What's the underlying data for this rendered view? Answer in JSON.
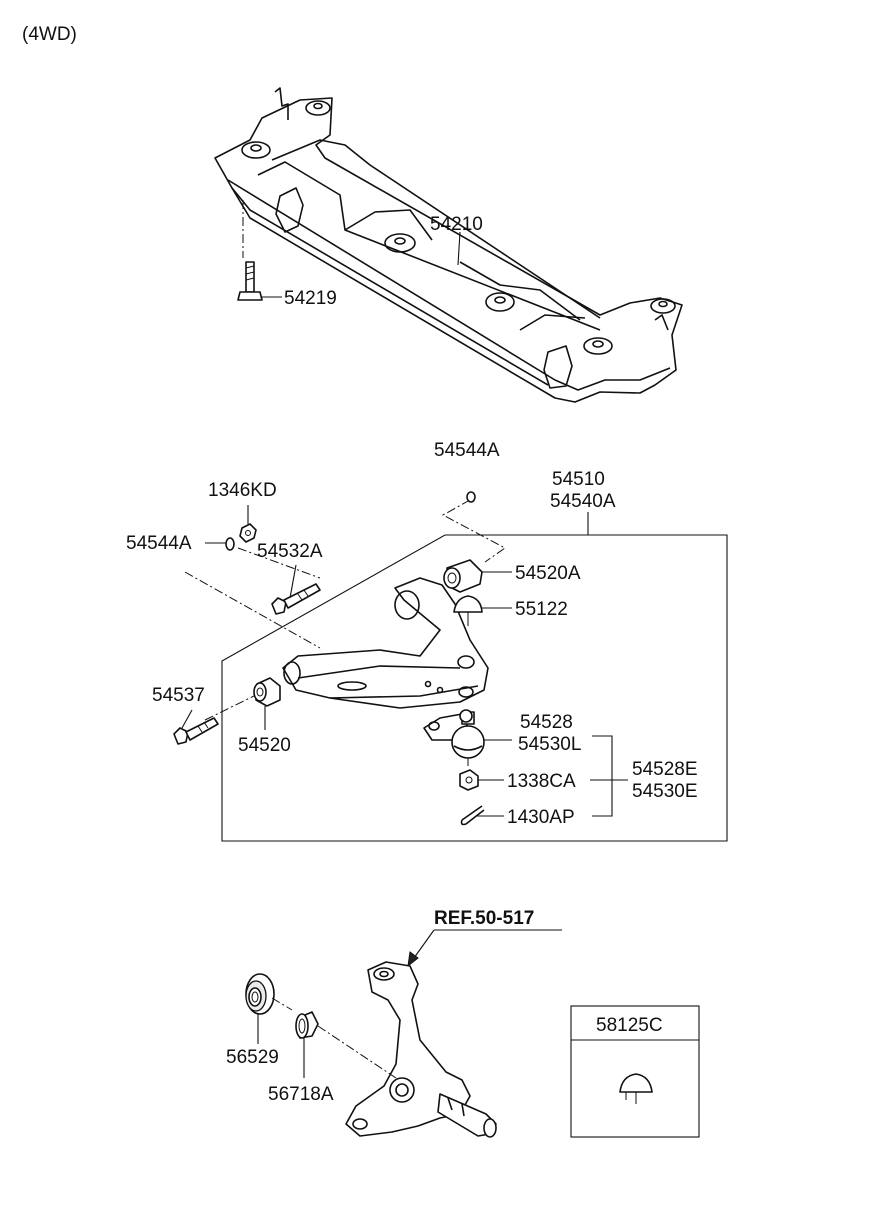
{
  "header": {
    "variant": "(4WD)"
  },
  "labels": {
    "crossmember": "54210",
    "crossmember_bolt": "54219",
    "washer_top": "54544A",
    "nut": "1346KD",
    "washer_left": "54544A",
    "bolt_upper": "54532A",
    "arm_assy_1": "54510",
    "arm_assy_2": "54540A",
    "bushing_rear": "54520A",
    "dust_cap": "55122",
    "bolt_lower": "54537",
    "bushing_front": "54520",
    "ball_joint_1": "54528",
    "ball_joint_2": "54530L",
    "ball_joint_kit_1": "54528E",
    "ball_joint_kit_2": "54530E",
    "castle_nut": "1338CA",
    "cotter_pin": "1430AP",
    "reference": "REF.50-517",
    "seal": "56529",
    "bearing": "56718A",
    "inset_part": "58125C"
  },
  "colors": {
    "line": "#111111",
    "background": "#ffffff"
  }
}
